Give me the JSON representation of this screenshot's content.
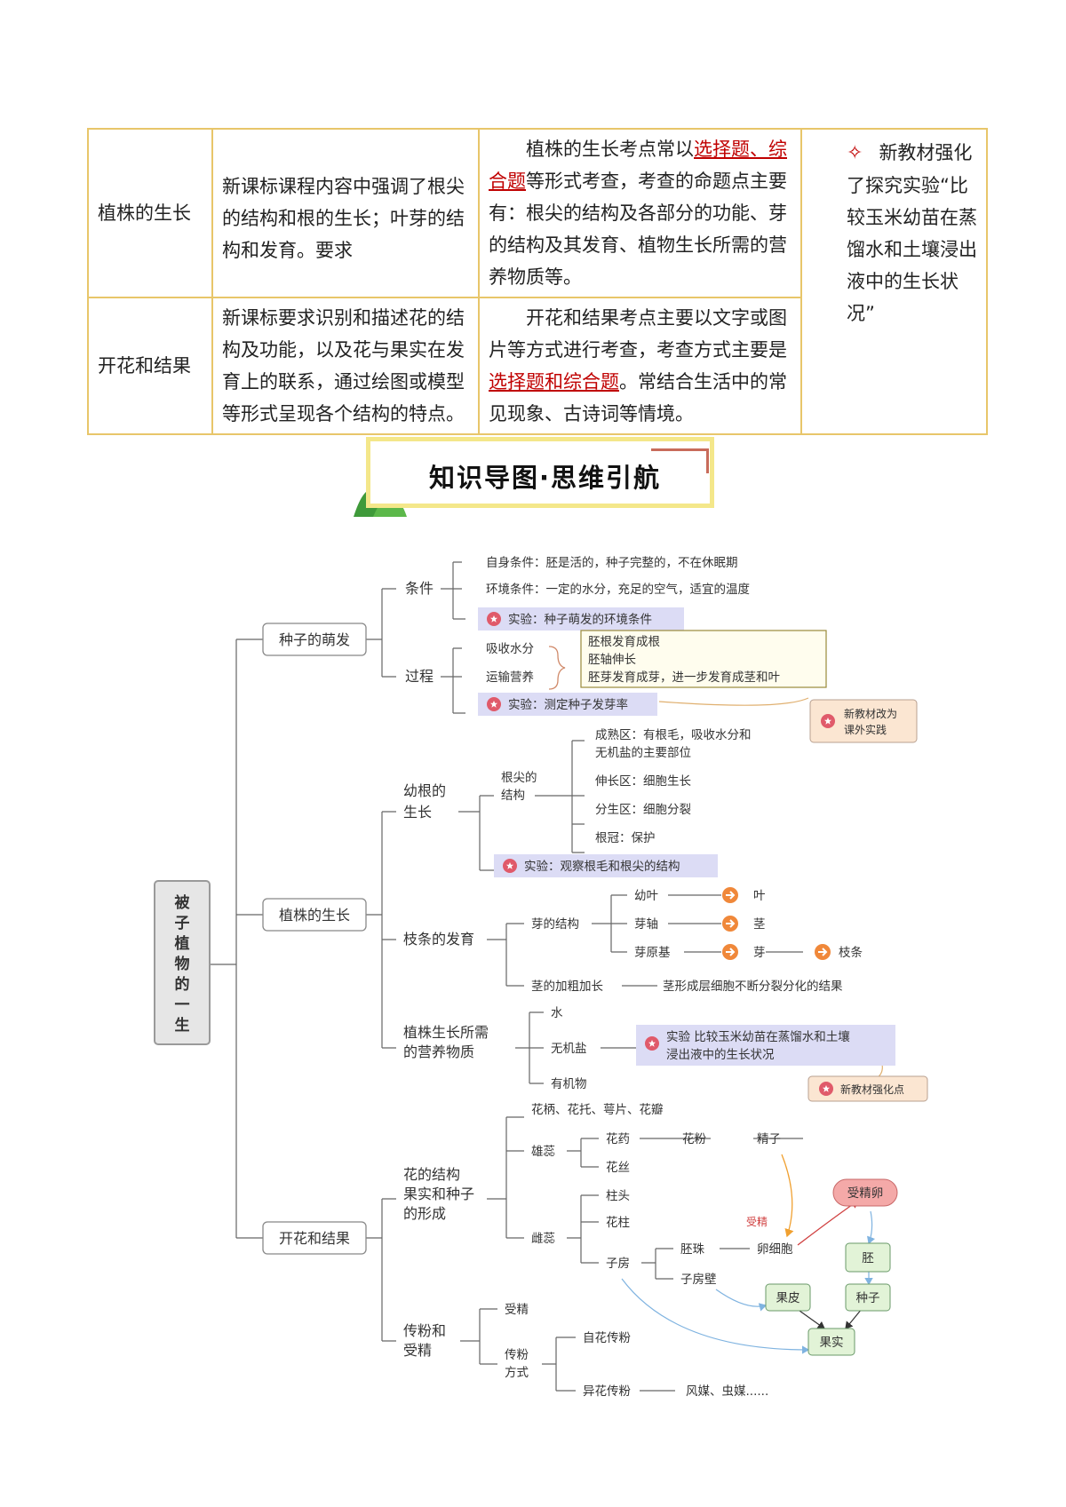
{
  "table": {
    "rows": [
      {
        "topic": "植株的生长",
        "requirement": "新课标课程内容中强调了根尖的结构和根的生长；叶芽的结构和发育。要求",
        "exam_before": "植株的生长考点常以",
        "exam_highlight": "选择题、综合题",
        "exam_after": "等形式考查，考查的命题点主要有：根尖的结构及各部分的功能、芽的结构及其发育、植物生长所需的营养物质等。"
      },
      {
        "topic": "开花和结果",
        "requirement": "新课标要求识别和描述花的结构及功能，以及花与果实在发育上的联系，通过绘图或模型等形式呈现各个结构的特点。",
        "exam_before": "开花和结果考点主要以文字或图片等方式进行考查，考查方式主要是",
        "exam_highlight": "选择题和综合题",
        "exam_after": "。常结合生活中的常见现象、古诗词等情境。"
      }
    ],
    "note_symbol": "✧",
    "note": "新教材强化了探究实验“比较玉米幼苗在蒸馏水和土壤浸出液中的生长状况”"
  },
  "banner": {
    "title": "知识导图·思维引航"
  },
  "mindmap": {
    "root": [
      "被",
      "子",
      "植",
      "物",
      "的",
      "一",
      "生"
    ],
    "seed": {
      "label": "种子的萌发",
      "cond": "条件",
      "cond_self": "自身条件：胚是活的，种子完整的，不在休眠期",
      "cond_env": "环境条件：一定的水分，充足的空气，适宜的温度",
      "exp1": "实验：种子萌发的环境条件",
      "process": "过程",
      "absorb": "吸收水分",
      "transport": "运输营养",
      "dev1": "胚根发育成根",
      "dev2": "胚轴伸长",
      "dev3": "胚芽发育成芽，进一步发育成茎和叶",
      "exp2": "实验：测定种子发芽率",
      "new1_a": "新教材改为",
      "new1_b": "课外实践"
    },
    "growth": {
      "label": "植株的生长",
      "root_growth_a": "幼根的",
      "root_growth_b": "生长",
      "tip_a": "根尖的",
      "tip_b": "结构",
      "mature_a": "成熟区：有根毛，吸收水分和",
      "mature_b": "无机盐的主要部位",
      "elong": "伸长区：细胞生长",
      "meris": "分生区：细胞分裂",
      "cap": "根冠：保护",
      "exp3": "实验：观察根毛和根尖的结构",
      "shoot": "枝条的发育",
      "bud": "芽的结构",
      "young_leaf": "幼叶",
      "leaf": "叶",
      "bud_axis": "芽轴",
      "stem": "茎",
      "bud_primordium": "芽原基",
      "bud2": "芽",
      "branch": "枝条",
      "thicken": "茎的加粗加长",
      "cambium": "茎形成层细胞不断分裂分化的结果",
      "nutri_a": "植株生长所需",
      "nutri_b": "的营养物质",
      "water": "水",
      "mineral": "无机盐",
      "organic": "有机物",
      "exp4_a": "实验 比较玉米幼苗在蒸馏水和土壤",
      "exp4_b": "浸出液中的生长状况",
      "new2": "新教材强化点"
    },
    "flower": {
      "label": "开花和结果",
      "struct_a": "花的结构",
      "struct_b": "果实和种子",
      "struct_c": "的形成",
      "parts": "花柄、花托、萼片、花瓣",
      "stamen": "雄蕊",
      "anther": "花药",
      "pollen": "花粉",
      "sperm": "精子",
      "filament": "花丝",
      "pistil": "雌蕊",
      "stigma": "柱头",
      "style": "花柱",
      "ovary": "子房",
      "ovule": "胚珠",
      "egg": "卵细胞",
      "ovary_wall": "子房壁",
      "fert_label": "受精",
      "zygote": "受精卵",
      "embryo": "胚",
      "seed": "种子",
      "pericarp": "果皮",
      "fruit": "果实",
      "poll_a": "传粉和",
      "poll_b": "受精",
      "fertilization": "受精",
      "method_a": "传粉",
      "method_b": "方式",
      "self_poll": "自花传粉",
      "cross_poll": "异花传粉",
      "vectors": "风媒、虫媒......"
    }
  },
  "colors": {
    "table_border": "#e8c66a",
    "highlight_red": "#c00000",
    "exp_box": "#dcdcf5",
    "note_box": "#fbe6d2",
    "green_box": "#e2f3d7",
    "pink_box": "#f4a9a8",
    "orange_arrow": "#f0883a"
  }
}
